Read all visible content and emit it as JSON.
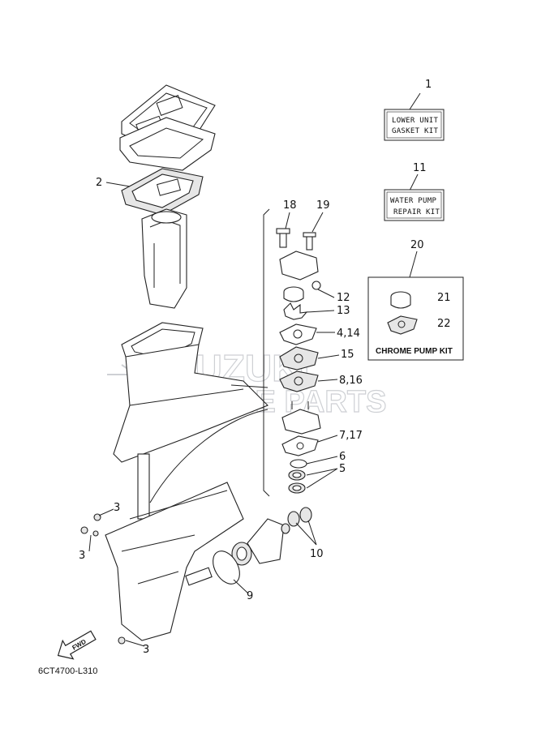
{
  "diagram_code": "6CT4700-L310",
  "watermark": {
    "line1": "SUZUKI",
    "line2": "MARINE PARTS"
  },
  "kits": {
    "lower_unit": {
      "number": "1",
      "line1": "LOWER UNIT",
      "line2": "GASKET KIT"
    },
    "water_pump": {
      "number": "11",
      "line1": "WATER PUMP",
      "line2": "REPAIR KIT"
    },
    "chrome_pump": {
      "number": "20",
      "title": "CHROME PUMP KIT",
      "item_a": "21",
      "item_b": "22"
    }
  },
  "callouts": {
    "c2": "2",
    "c18": "18",
    "c19": "19",
    "c12": "12",
    "c13": "13",
    "c4_14": "4,14",
    "c15": "15",
    "c8_16": "8,16",
    "c7_17": "7,17",
    "c6": "6",
    "c5": "5",
    "c10": "10",
    "c9": "9",
    "c3a": "3",
    "c3b": "3",
    "c3c": "3"
  },
  "fwd_arrow_label": "FWD"
}
